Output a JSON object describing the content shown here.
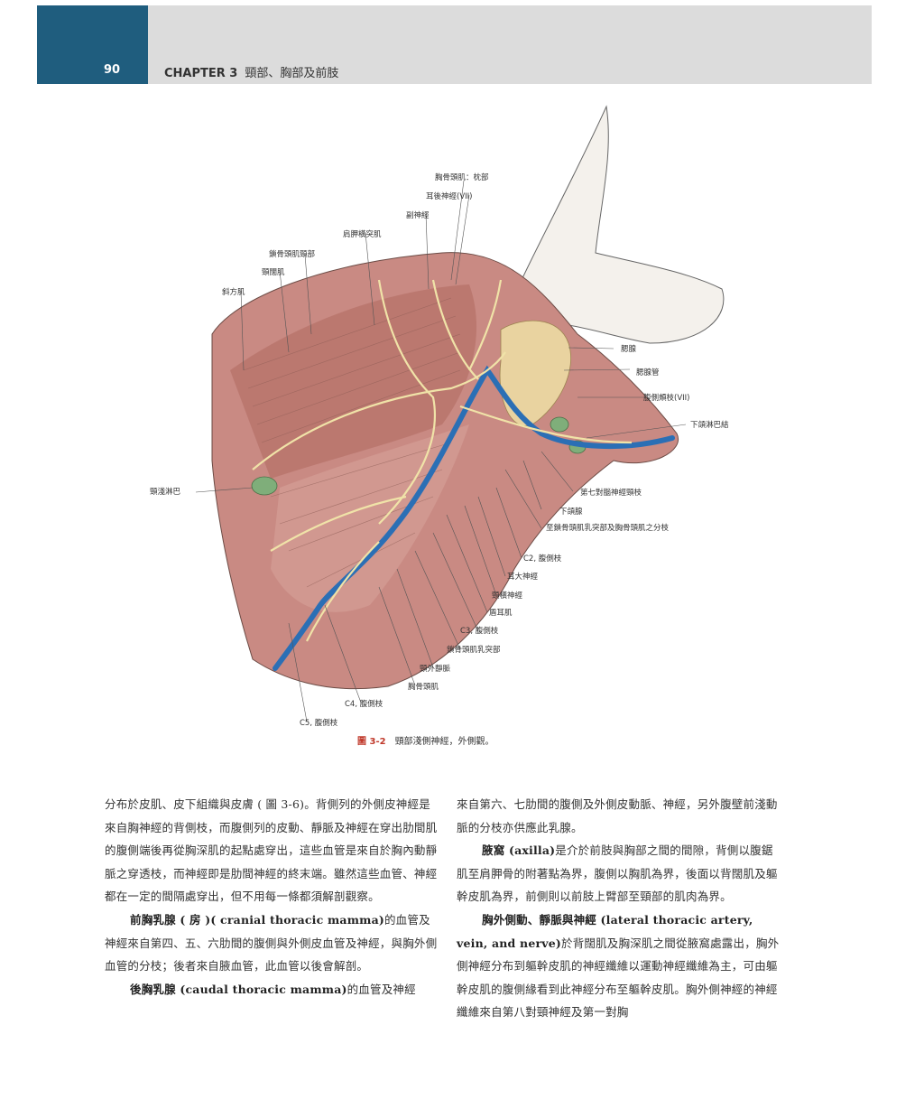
{
  "header": {
    "page_number": "90",
    "chapter_label": "CHAPTER 3",
    "chapter_title": "頸部、胸部及前肢"
  },
  "figure": {
    "caption_number": "圖 3-2",
    "caption_text": "頸部淺側神經，外側觀。",
    "labels": {
      "l1": "胸骨頭肌：枕部",
      "l2": "耳後神經(VII)",
      "l3": "副神經",
      "l4": "肩胛橫突肌",
      "l5": "鎖骨頭肌頸部",
      "l6": "頸闊肌",
      "l7": "斜方肌",
      "l8": "腮腺",
      "l9": "腮腺管",
      "l10": "腹側頰枝(VII)",
      "l11": "下頜淋巴結",
      "l12": "頸淺淋巴",
      "l13": "第七對腦神經頸枝",
      "l14": "下頜腺",
      "l15": "至鎖骨頭肌乳突部及胸骨頭肌之分枝",
      "l16": "C2, 腹側枝",
      "l17": "耳大神經",
      "l18": "頸橫神經",
      "l19": "盾耳肌",
      "l20": "C3, 腹側枝",
      "l21": "鎖骨頭肌乳突部",
      "l22": "頸外靜脈",
      "l23": "胸骨頭肌",
      "l24": "C4, 腹側枝",
      "l25": "C5, 腹側枝"
    }
  },
  "left_column": {
    "p1": "分布於皮肌、皮下組織與皮膚 ( 圖 3-6)。背側列的外側皮神經是來自胸神經的背側枝，而腹側列的皮動、靜脈及神經在穿出肋間肌的腹側端後再從胸深肌的起點處穿出，這些血管是來自於胸內動靜脈之穿透枝，而神經即是肋間神經的終末端。雖然這些血管、神經都在一定的間隔處穿出，但不用每一條都須解剖觀察。",
    "p2_term": "前胸乳腺 ( 房 )( cranial thoracic mamma)",
    "p2_text": "的血管及神經來自第四、五、六肋間的腹側與外側皮血管及神經，與胸外側血管的分枝；後者來自腋血管，此血管以後會解剖。",
    "p3_term": "後胸乳腺 (caudal thoracic mamma)",
    "p3_text": "的血管及神經"
  },
  "right_column": {
    "p1": "來自第六、七肋間的腹側及外側皮動脈、神經，另外腹壁前淺動脈的分枝亦供應此乳腺。",
    "p2_term": "腋窩 (axilla)",
    "p2_text": "是介於前肢與胸部之間的間隙，背側以腹鋸肌至肩胛骨的附著點為界，腹側以胸肌為界，後面以背闊肌及軀幹皮肌為界，前側則以前肢上臂部至頸部的肌肉為界。",
    "p3_term": "胸外側動、靜脈與神經 (lateral thoracic artery, vein, and nerve)",
    "p3_text": "於背闊肌及胸深肌之間從腋窩處露出，胸外側神經分布到軀幹皮肌的神經纖維以運動神經纖維為主，可由軀幹皮肌的腹側緣看到此神經分布至軀幹皮肌。胸外側神經的神經纖維來自第八對頸神經及第一對胸"
  }
}
